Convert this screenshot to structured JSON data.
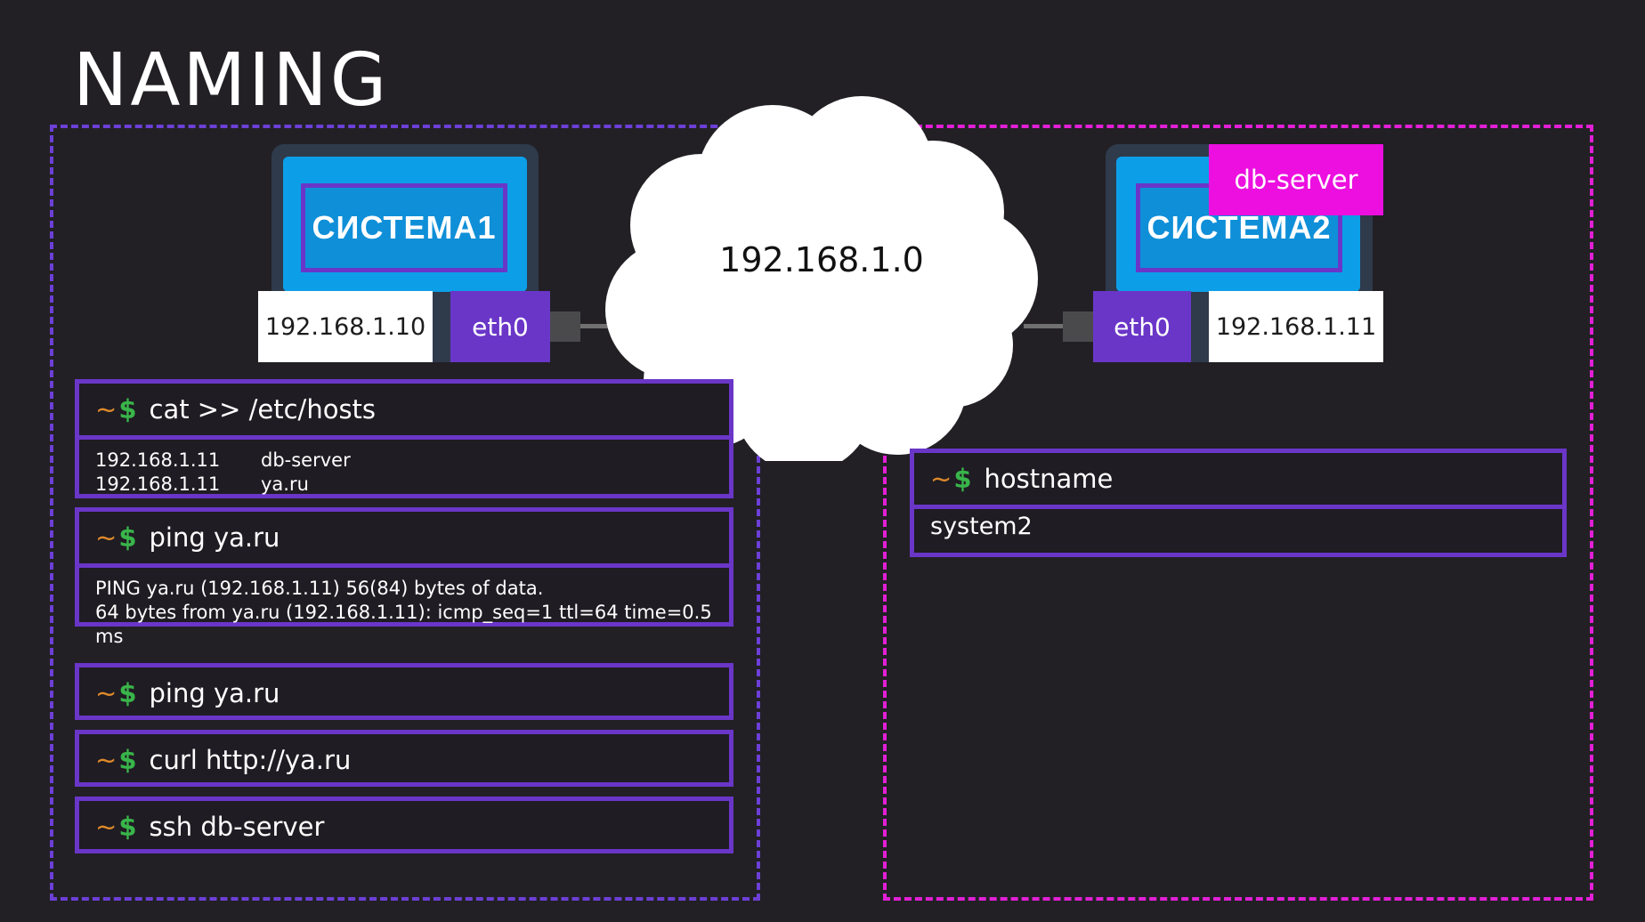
{
  "title": "NAMING",
  "network": {
    "address": "192.168.1.0"
  },
  "system1": {
    "label": "СИСТЕМА1",
    "ip": "192.168.1.10",
    "interface": "eth0"
  },
  "system2": {
    "label": "СИСТЕМА2",
    "ip": "192.168.1.11",
    "interface": "eth0",
    "dns_name": "db-server"
  },
  "prompt": {
    "tilde": "~",
    "dollar": "$"
  },
  "terminals": {
    "hosts": {
      "command": "cat  >>  /etc/hosts",
      "entries": [
        {
          "ip": "192.168.1.11",
          "name": "db-server"
        },
        {
          "ip": "192.168.1.11",
          "name": "ya.ru"
        }
      ]
    },
    "ping1": {
      "command": "ping  ya.ru",
      "output": [
        "PING ya.ru (192.168.1.11) 56(84) bytes of data.",
        "64 bytes from ya.ru (192.168.1.11): icmp_seq=1 ttl=64 time=0.5 ms"
      ]
    },
    "ping2": {
      "command": "ping  ya.ru"
    },
    "curl": {
      "command": "curl  http://ya.ru"
    },
    "ssh": {
      "command": "ssh  db-server"
    },
    "hostname": {
      "command": "hostname",
      "output": "system2"
    }
  },
  "colors": {
    "background": "#222025",
    "purple": "#6a36c8",
    "magenta": "#ec0fe0",
    "screen_blue": "#0c9fe7",
    "prompt_orange": "#e08a2a",
    "prompt_green": "#39b54a"
  }
}
